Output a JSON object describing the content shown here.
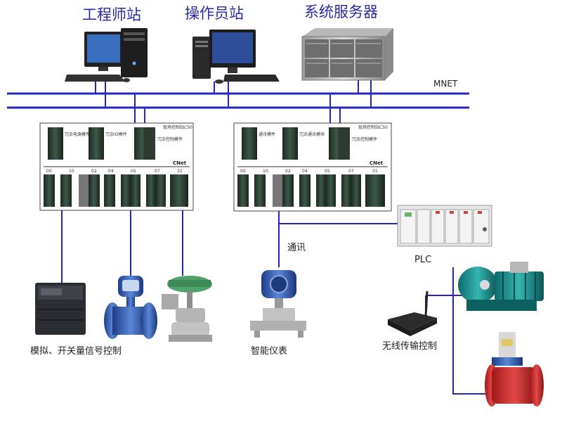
{
  "stations": {
    "engineer": "工程师站",
    "operator": "操作员站",
    "server": "系统服务器"
  },
  "network": {
    "mnet": "MNET",
    "cnet": "CNet"
  },
  "cabinet_left": {
    "title": "现场控制站C50",
    "module_a": "冗余电源模件",
    "module_b": "冗余IO模件",
    "module_c": "冗余控制模件",
    "slots": [
      "00",
      "10",
      "02",
      "04",
      "05",
      "07",
      "31"
    ]
  },
  "cabinet_right": {
    "title": "现场控制站C50",
    "module_a": "通讯模件",
    "module_b": "冗余通讯模块",
    "module_c": "冗余控制模件",
    "slots": [
      "00",
      "10",
      "02",
      "04",
      "05",
      "07",
      "31"
    ]
  },
  "labels": {
    "analog_switch": "模拟、开关量信号控制",
    "comm": "通讯",
    "smart_instrument": "智能仪表",
    "plc": "PLC",
    "wireless": "无线传输控制"
  },
  "colors": {
    "bus": "#2525c0",
    "title": "#2a2aa8"
  }
}
